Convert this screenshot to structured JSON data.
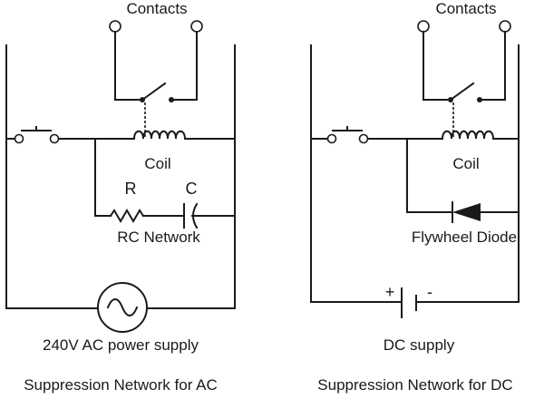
{
  "ac_circuit": {
    "contacts_label": "Contacts",
    "coil_label": "Coil",
    "resistor_label": "R",
    "capacitor_label": "C",
    "network_label": "RC Network",
    "supply_label": "240V AC power supply",
    "caption": "Suppression Network for AC"
  },
  "dc_circuit": {
    "contacts_label": "Contacts",
    "coil_label": "Coil",
    "diode_label": "Flywheel Diode",
    "supply_label": "DC supply",
    "plus_sign": "+",
    "minus_sign": "-",
    "caption": "Suppression Network for DC"
  }
}
